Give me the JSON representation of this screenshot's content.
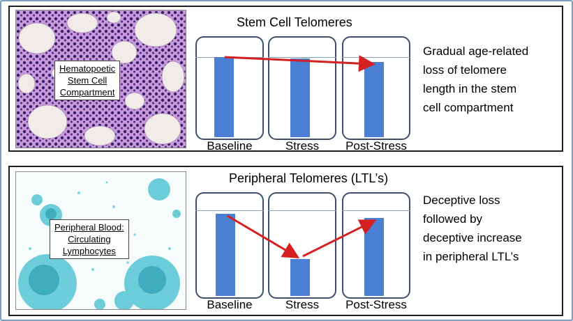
{
  "top_panel": {
    "title": "Stem Cell Telomeres",
    "photo_label": [
      "Hematopoetic",
      "Stem Cell",
      "Compartment"
    ],
    "bar_labels": [
      "Baseline",
      "Stress",
      "Post-Stress"
    ],
    "bar_values": [
      1.0,
      0.98,
      0.94
    ],
    "description": [
      "Gradual age-related",
      "loss of telomere",
      "length in the stem",
      "cell compartment"
    ]
  },
  "bottom_panel": {
    "title": "Peripheral Telomeres (LTL’s)",
    "photo_label": [
      "Peripheral Blood:",
      "Circulating",
      "Lymphocytes"
    ],
    "bar_labels": [
      "Baseline",
      "Stress",
      "Post-Stress"
    ],
    "bar_values": [
      0.96,
      0.43,
      0.91
    ],
    "description": [
      "Deceptive loss",
      "followed by",
      "deceptive increase",
      "in peripheral LTL’s"
    ]
  },
  "colors": {
    "bar": "#4a7fd4",
    "arrow": "#d42020",
    "box_border": "#3d4f6b",
    "frame": "#7a9fc4"
  }
}
